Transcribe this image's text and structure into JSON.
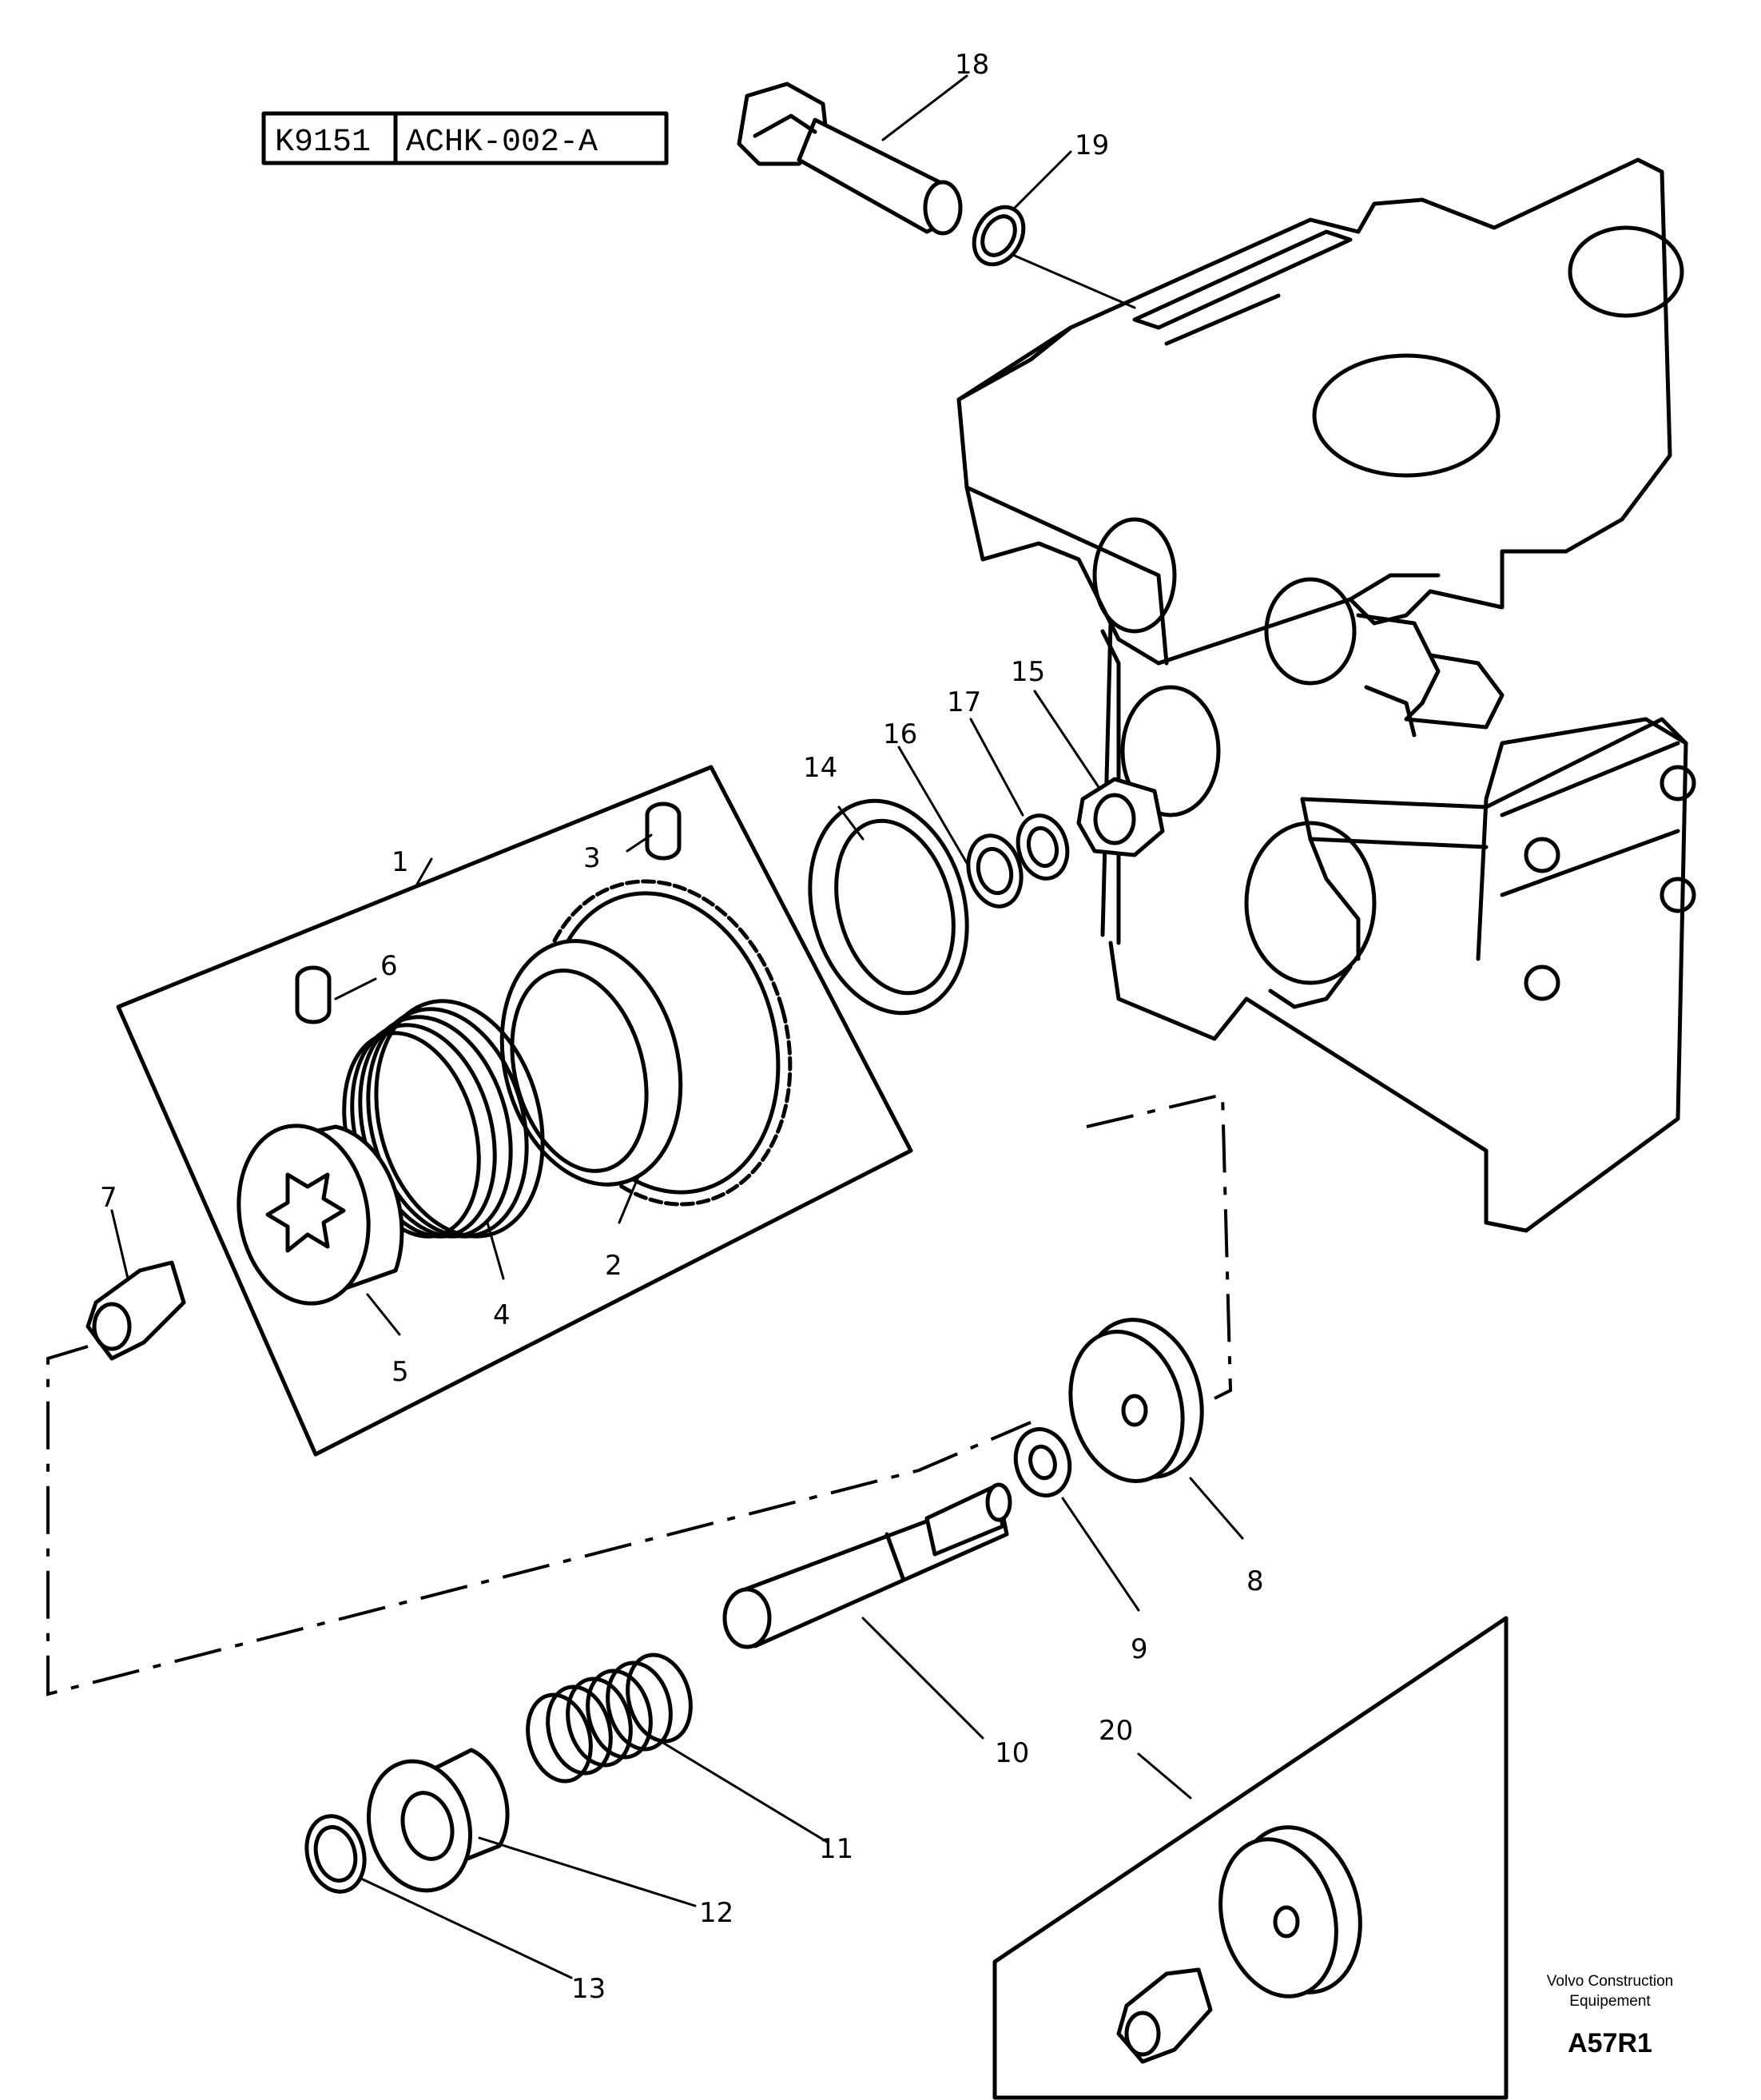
{
  "reference": {
    "left": "K9151",
    "right": "ACHK-002-A"
  },
  "footer": {
    "line1": "Volvo Construction",
    "line2": "Equipement",
    "code": "A57R1"
  },
  "callouts": [
    "1",
    "2",
    "3",
    "4",
    "5",
    "6",
    "7",
    "8",
    "9",
    "10",
    "11",
    "12",
    "13",
    "14",
    "15",
    "16",
    "17",
    "18",
    "19",
    "20"
  ]
}
